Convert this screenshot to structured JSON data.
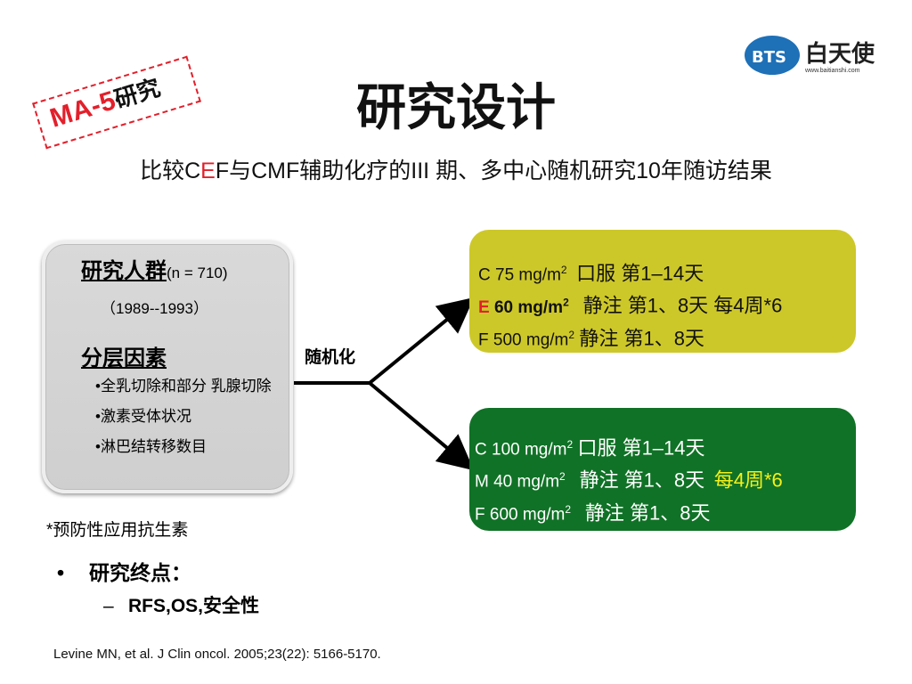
{
  "stamp": {
    "ma": "MA-5",
    "cn": "研究"
  },
  "logo": {
    "mark": "BTS",
    "name": "白天使",
    "url": "www.baitianshi.com"
  },
  "title": "研究设计",
  "subtitle": {
    "pre": "比较C",
    "e": "E",
    "post": "F与CMF辅助化疗的III 期、多中心随机研究10年随访结果"
  },
  "population": {
    "heading": "研究人群",
    "n": "(n = 710)",
    "years": "（1989--1993）",
    "strat_heading": "分层因素",
    "factors": [
      "•全乳切除和部分 乳腺切除",
      "•激素受体状况",
      "•淋巴结转移数目"
    ]
  },
  "randomize_label": "随机化",
  "cef": {
    "c": {
      "dose": "C 75 mg/m",
      "sup": "2",
      "route": "口服 第1–14天"
    },
    "e": {
      "letter": "E",
      "dose": " 60 mg/m",
      "sup": "2",
      "route": "静注 第1、8天  每4周*6"
    },
    "f": {
      "dose": "F 500 mg/m",
      "sup": "2",
      "route": "静注 第1、8天"
    }
  },
  "cmf": {
    "c": {
      "dose": "C 100 mg/m",
      "sup": "2",
      "route": "口服 第1–14天"
    },
    "m": {
      "dose": "M 40 mg/m",
      "sup": "2",
      "route": "静注 第1、8天",
      "cycle": "每4周*6"
    },
    "f": {
      "dose": "F 600 mg/m",
      "sup": "2",
      "route": "静注 第1、8天"
    }
  },
  "note": "*预防性应用抗生素",
  "endpoint": {
    "bullet": "•",
    "title": "研究终点：",
    "dash": "–",
    "item": "RFS,OS,安全性"
  },
  "reference": "Levine MN, et al. J Clin oncol. 2005;23(22): 5166-5170.",
  "colors": {
    "accent_red": "#e2202b",
    "cef_box": "#cdc829",
    "cmf_box": "#107226",
    "highlight_yellow": "#f5f01a",
    "logo_blue": "#1e70b7"
  }
}
